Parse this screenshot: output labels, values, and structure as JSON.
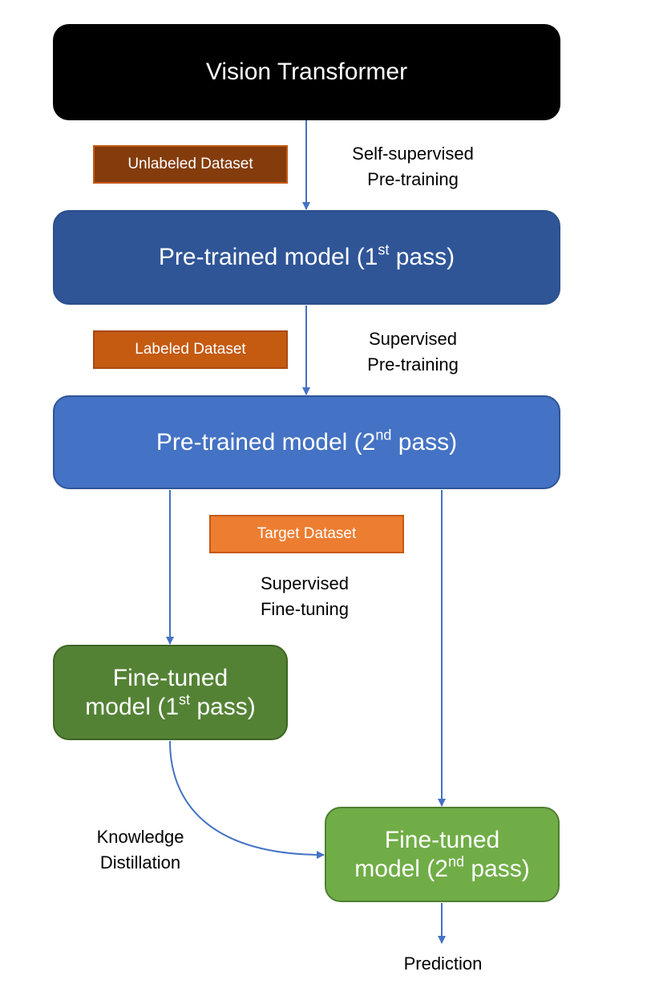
{
  "nodes": {
    "vit": {
      "text": "Vision Transformer"
    },
    "pretrained_1": {
      "text": "Pre-trained model (1",
      "sup": "st",
      "tail": " pass)"
    },
    "pretrained_2": {
      "text": "Pre-trained model (2",
      "sup": "nd",
      "tail": " pass)"
    },
    "finetuned_1": {
      "line1": "Fine-tuned",
      "line2": "model (1",
      "sup": "st",
      "tail": " pass)"
    },
    "finetuned_2": {
      "line1": "Fine-tuned",
      "line2": "model (2",
      "sup": "nd",
      "tail": " pass)"
    }
  },
  "datasets": {
    "unlabeled": "Unlabeled Dataset",
    "labeled": "Labeled Dataset",
    "target": "Target Dataset"
  },
  "edge_labels": {
    "self_supervised": {
      "line1": "Self-supervised",
      "line2": "Pre-training"
    },
    "supervised_pretraining": {
      "line1": "Supervised",
      "line2": "Pre-training"
    },
    "supervised_finetuning": {
      "line1": "Supervised",
      "line2": "Fine-tuning"
    },
    "knowledge_distillation": {
      "line1": "Knowledge",
      "line2": "Distillation"
    },
    "prediction": "Prediction"
  },
  "colors": {
    "arrow": "#4472c4",
    "vit": "#000000",
    "pretrained_1": "#2f5597",
    "pretrained_2": "#4472c4",
    "finetuned_1": "#548235",
    "finetuned_2": "#70ad47",
    "unlabeled": "#843c0c",
    "labeled": "#c55a11",
    "target": "#ed7d31"
  }
}
